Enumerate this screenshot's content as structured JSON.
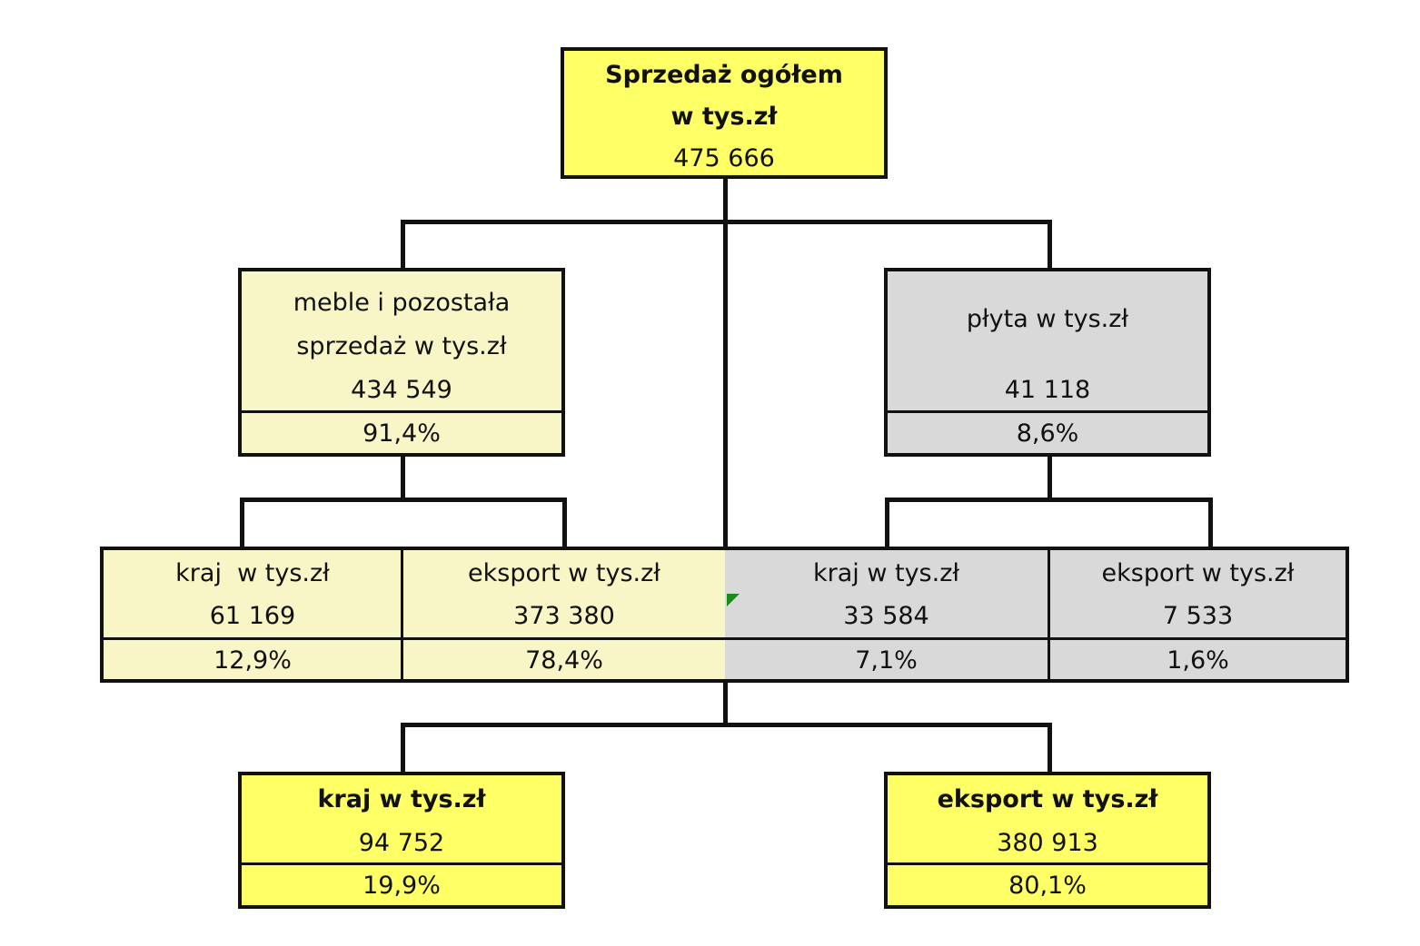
{
  "colors": {
    "total_fill": "#ffff66",
    "meble_fill": "#f8f6c6",
    "plyta_fill": "#d9d9d9",
    "summary_fill": "#ffff66",
    "lines": "#111111"
  },
  "total": {
    "title_line1": "Sprzedaż ogółem",
    "title_line2": "w tys.zł",
    "value": "475 666"
  },
  "meble": {
    "title_line1": "meble i pozostała",
    "title_line2": "sprzedaż w tys.zł",
    "value": "434 549",
    "share": "91,4%"
  },
  "plyta": {
    "title": "płyta w tys.zł",
    "value": "41 118",
    "share": "8,6%"
  },
  "breakdown": [
    {
      "label": "kraj  w tys.zł",
      "value": "61 169",
      "share": "12,9%"
    },
    {
      "label": "eksport w tys.zł",
      "value": "373 380",
      "share": "78,4%"
    },
    {
      "label": "kraj w tys.zł",
      "value": "33 584",
      "share": "7,1%"
    },
    {
      "label": "eksport w tys.zł",
      "value": "7 533",
      "share": "1,6%"
    }
  ],
  "summary": {
    "kraj": {
      "label": "kraj w tys.zł",
      "value": "94 752",
      "share": "19,9%"
    },
    "eksport": {
      "label": "eksport w tys.zł",
      "value": "380 913",
      "share": "80,1%"
    }
  }
}
